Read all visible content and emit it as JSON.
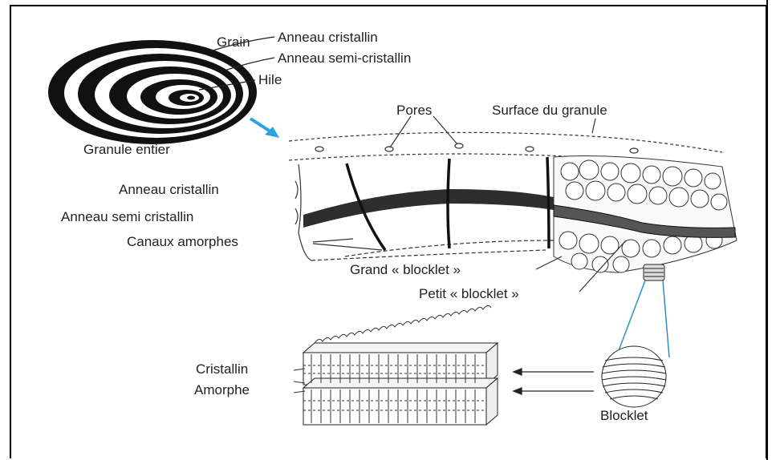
{
  "labels": {
    "grain": "Grain",
    "crystalline_ring": "Anneau cristallin",
    "semicrystalline_ring": "Anneau semi-cristallin",
    "hilum": "Hile",
    "pores": "Pores",
    "granule_surface": "Surface du granule",
    "whole_granule": "Granule entier",
    "crystalline_ring_left": "Anneau cristallin",
    "semicrystalline_ring_left": "Anneau semi cristallin",
    "amorphous_channels": "Canaux amorphes",
    "large_blocklet": "Grand « blocklet »",
    "small_blocklet": "Petit « blocklet »",
    "crystalline": "Cristallin",
    "amorphous": "Amorphe",
    "blocklet": "Blocklet"
  },
  "colors": {
    "line": "#222222",
    "arrow": "#2aa3e0",
    "connector": "#2a8fc9"
  }
}
